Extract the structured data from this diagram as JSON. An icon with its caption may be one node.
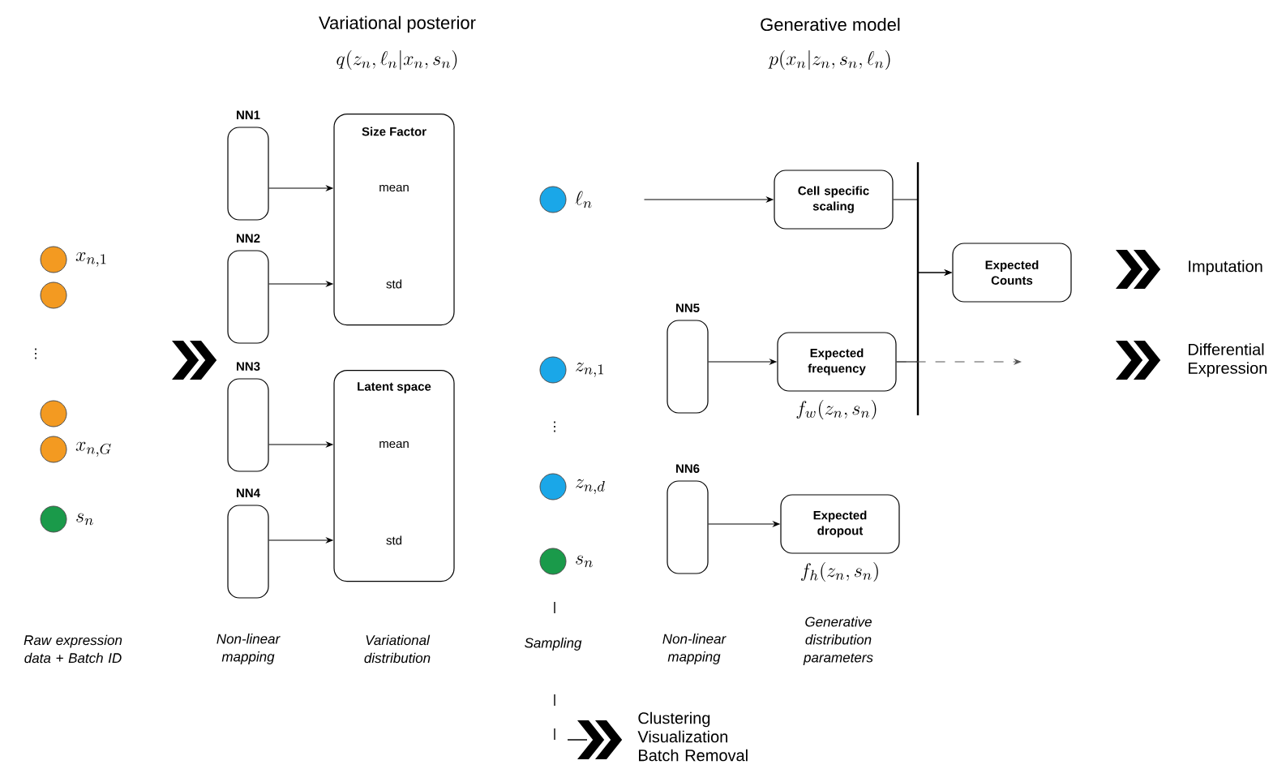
{
  "diagram": {
    "nodes": [
      {
        "text": [],
        "shape": "circle",
        "beside": [
          "x_{n,1}"
        ]
      },
      {
        "text": [],
        "shape": "circle"
      },
      {
        "text": [],
        "shape": "circle"
      },
      {
        "text": [],
        "shape": "circle",
        "beside": [
          "x_{n,G}"
        ]
      },
      {
        "text": [],
        "shape": "circle",
        "beside": [
          "s_n"
        ]
      },
      {
        "text": [
          "NN1"
        ]
      },
      {
        "text": [
          "NN2"
        ]
      },
      {
        "text": [
          "NN3"
        ]
      },
      {
        "text": [
          "NN4"
        ]
      },
      {
        "text": [
          "Size Factor",
          "mean",
          "std"
        ]
      },
      {
        "text": [
          "Latent space",
          "mean",
          "std"
        ]
      },
      {
        "text": [],
        "shape": "circle",
        "beside": [
          "\\ell_n"
        ]
      },
      {
        "text": [],
        "shape": "circle",
        "beside": [
          "z_{n,1}"
        ]
      },
      {
        "text": [],
        "shape": "circle",
        "beside": [
          "z_{n,d}"
        ]
      },
      {
        "text": [],
        "shape": "circle",
        "beside": [
          "s_n"
        ]
      },
      {
        "text": [
          "NN5"
        ]
      },
      {
        "text": [
          "NN6"
        ]
      },
      {
        "text": [
          "Cell specific scaling"
        ]
      },
      {
        "text": [
          "Expected frequency"
        ],
        "beside": [
          "f_w(z_n, s_n)"
        ]
      },
      {
        "text": [
          "Expected dropout"
        ],
        "beside": [
          "f_h(z_n, s_n)"
        ]
      },
      {
        "text": [
          "Expected Counts"
        ]
      }
    ],
    "edges": [
      {
        "from": 5,
        "to": 9,
        "arrow": "to"
      },
      {
        "from": 6,
        "to": 9,
        "arrow": "to"
      },
      {
        "from": 7,
        "to": 10,
        "arrow": "to"
      },
      {
        "from": 8,
        "to": 10,
        "arrow": "to"
      },
      {
        "from": 11,
        "to": 17,
        "arrow": "to"
      },
      {
        "from": 15,
        "to": 18,
        "arrow": "to"
      },
      {
        "from": 16,
        "to": 19,
        "arrow": "to"
      },
      {
        "from": 17,
        "to": 20,
        "arrow": "to"
      },
      {
        "from": 18,
        "to": 20,
        "arrow": "to"
      },
      {
        "from": 18,
        "to": null,
        "arrow": "to",
        "style": "dashed",
        "color": "#555555"
      }
    ],
    "labels": [
      "Variational posterior",
      "q(z_n, \\ell_n | x_n, s_n)",
      "Generative model",
      "p(x_n | z_n, s_n, \\ell_n)",
      "Imputation",
      "Differential Expression",
      "⋮",
      "⋮",
      "Raw expression data + Batch ID",
      "Non-linear mapping",
      "Variational distribution",
      "Sampling",
      "Non-linear mapping",
      "Generative distribution parameters",
      "Clustering Visualization Batch Removal"
    ]
  }
}
